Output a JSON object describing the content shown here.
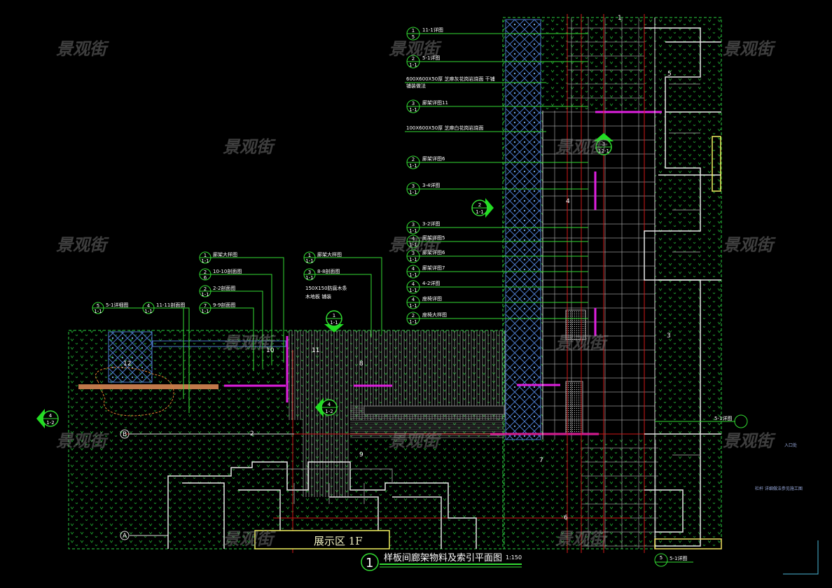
{
  "drawing": {
    "title": "样板间廊架物料及索引平面图",
    "title_number": "1",
    "scale": "1:150",
    "zone_label": "展示区 1F",
    "watermark": "景观街",
    "grid_labels": [
      "A",
      "B"
    ],
    "colors": {
      "background": "#000000",
      "hatch": "#1fbf3a",
      "leader": "#33dd33",
      "grid_red": "#d01818",
      "lattice": "#4a78c8",
      "magenta": "#e020e0",
      "frame": "#f0f060"
    }
  },
  "callouts_right": [
    {
      "num": "1",
      "ref": "5",
      "label": "11-1详图"
    },
    {
      "num": "2",
      "ref": "1-1",
      "label": "5-1详图"
    },
    {
      "num": "",
      "ref": "",
      "label": "600X600X50厚 芝麻灰花岗岩烧面 干铺"
    },
    {
      "num": "",
      "ref": "",
      "label": "铺装做法"
    },
    {
      "num": "3",
      "ref": "1-1",
      "label": "廊架详图11"
    },
    {
      "num": "",
      "ref": "",
      "label": "100X600X50厚 芝麻白花岗岩烧面"
    },
    {
      "num": "2",
      "ref": "1-1",
      "label": "廊架详图6"
    },
    {
      "num": "3",
      "ref": "1-1",
      "label": "3-4详图"
    },
    {
      "num": "3",
      "ref": "1-1",
      "label": "3-2详图"
    },
    {
      "num": "4",
      "ref": "1-1",
      "label": "廊架详图5"
    },
    {
      "num": "3",
      "ref": "1-1",
      "label": "廊架详图6"
    },
    {
      "num": "4",
      "ref": "1-1",
      "label": "廊架详图7"
    },
    {
      "num": "4",
      "ref": "1-1",
      "label": "4-2详图"
    },
    {
      "num": "4",
      "ref": "1-1",
      "label": "座椅详图"
    },
    {
      "num": "2",
      "ref": "1-1",
      "label": "座椅大样图"
    }
  ],
  "callouts_left": [
    {
      "num": "1",
      "ref": "1-1",
      "label": "廊架大样图"
    },
    {
      "num": "2",
      "ref": "6",
      "label": "10-10剖面图"
    },
    {
      "num": "2",
      "ref": "1-1",
      "label": "2-2剖面图"
    },
    {
      "num": "7",
      "ref": "1-1",
      "label": "9-9剖面图"
    },
    {
      "num": "5",
      "ref": "1-1",
      "label": "5-1详细图"
    },
    {
      "num": "4",
      "ref": "1-1",
      "label": "11-11剖面图"
    },
    {
      "num": "1",
      "ref": "1-1",
      "label": "廊架大样图"
    },
    {
      "num": "3",
      "ref": "1-1",
      "label": "8-8剖面图"
    },
    {
      "num": "",
      "ref": "",
      "label": "150X150防腐木条"
    },
    {
      "num": "",
      "ref": "",
      "label": "木地板 铺装"
    }
  ],
  "section_marks": [
    {
      "num": "2",
      "sheet": "1-1"
    },
    {
      "num": "3",
      "sheet": "12-1"
    },
    {
      "num": "1",
      "sheet": "1-1"
    },
    {
      "num": "4",
      "sheet": "1-2"
    },
    {
      "num": "4",
      "sheet": "1-2"
    }
  ],
  "plan_numbers": [
    "1",
    "2",
    "3",
    "4",
    "5",
    "6",
    "7",
    "8",
    "9",
    "10",
    "11",
    "12"
  ],
  "right_notes": {
    "marker_label": "5-1详图",
    "note1": "入口处",
    "note2": "栏杆 详细做法参见施工图"
  },
  "bottom_callout": {
    "num": "5",
    "label": "5-1详图"
  }
}
